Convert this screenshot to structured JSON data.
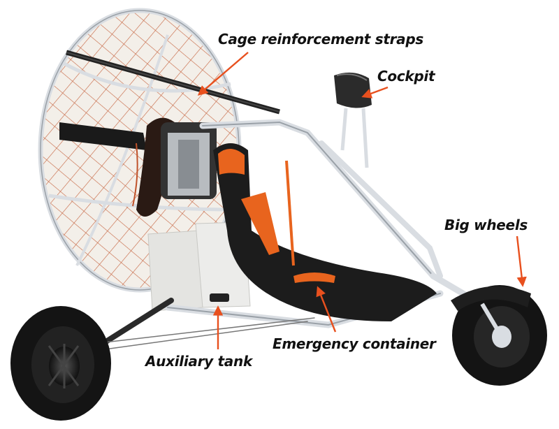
{
  "labels": {
    "cage": "Cage reinforcement straps",
    "cockpit": "Cockpit",
    "wheels": "Big wheels",
    "emergency": "Emergency container",
    "tank": "Auxiliary tank"
  },
  "colors": {
    "arrow": "#e8501e",
    "frame": "#d9dde2",
    "frame_dark": "#9aa1a8",
    "tire": "#141414",
    "seat_black": "#1c1c1c",
    "seat_orange": "#e8641e",
    "net": "#c0522a",
    "tank": "#ececea"
  }
}
